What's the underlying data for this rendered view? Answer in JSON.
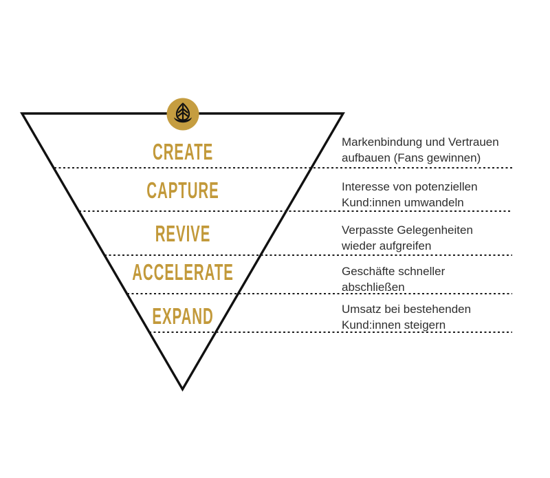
{
  "diagram": {
    "type": "inverted-funnel",
    "icon": "hop-leaf-icon",
    "stages": [
      {
        "label": "CREATE",
        "lines": [
          "Markenbindung und Vertrauen",
          "aufbauen (Fans gewinnen)"
        ]
      },
      {
        "label": "CAPTURE",
        "lines": [
          "Interesse von potenziellen",
          "Kund:innen umwandeln"
        ]
      },
      {
        "label": "REVIVE",
        "lines": [
          "Verpasste Gelegenheiten",
          "wieder aufgreifen"
        ]
      },
      {
        "label": "ACCELERATE",
        "lines": [
          "Geschäfte schneller",
          "abschließen"
        ]
      },
      {
        "label": "EXPAND",
        "lines": [
          "Umsatz bei bestehenden",
          "Kund:innen steigern"
        ]
      }
    ],
    "colors": {
      "accent_gold": "#c2993a",
      "badge_gold": "#c59d40",
      "outline_black": "#111111",
      "text_dark": "#2e2e2e",
      "background": "#ffffff"
    }
  }
}
